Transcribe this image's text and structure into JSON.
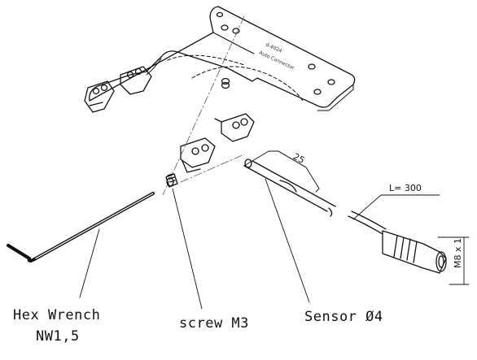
{
  "labels": {
    "hex_wrench_line1": "Hex Wrench",
    "hex_wrench_line2": "NW1,5",
    "screw": "screw M3",
    "sensor": "Sensor Ø4"
  },
  "dimensions": {
    "length_25": "25",
    "cable_length": "L= 300",
    "thread": "M8 x 1"
  },
  "plate_text": {
    "line1": "d-4024",
    "line2": "Auto Connector"
  },
  "colors": {
    "line": "#111111",
    "background": "#ffffff"
  }
}
